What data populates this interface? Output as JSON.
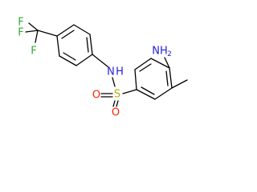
{
  "molecule": {
    "atoms": {
      "f1": "F",
      "f2": "F",
      "f3": "F",
      "nh": "N",
      "h_nh": "H",
      "s": "S",
      "o1": "O",
      "o2": "O",
      "n_amino": "NH",
      "n_amino_sub": "2"
    }
  },
  "colors": {
    "bond": "#000000",
    "fluorine": "#33aa33",
    "nitrogen": "#2222dd",
    "sulfur": "#b3b300",
    "oxygen": "#ff2200"
  }
}
